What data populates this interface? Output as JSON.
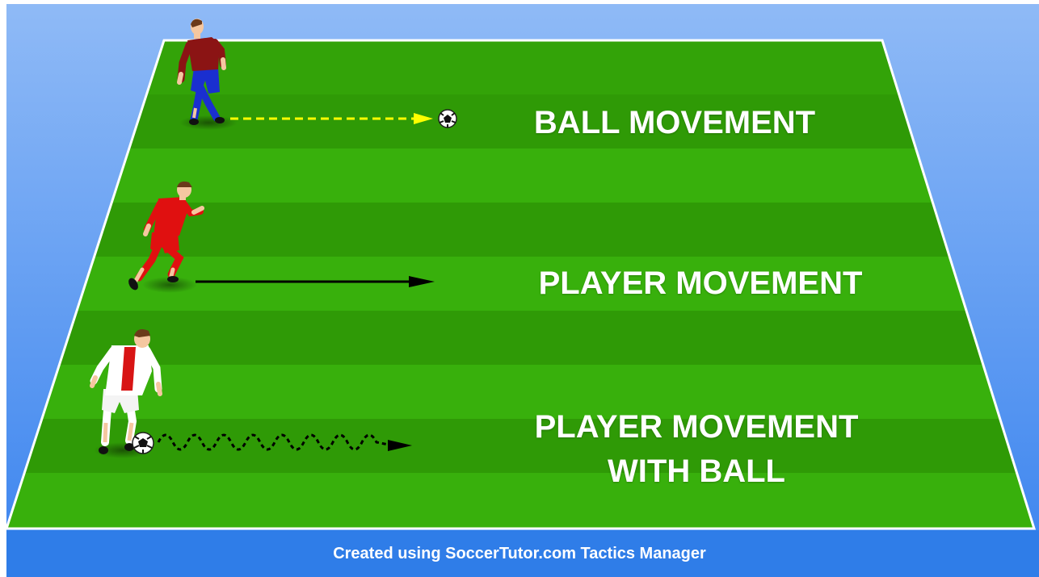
{
  "legend": {
    "ball_movement": "BALL MOVEMENT",
    "player_movement": "PLAYER MOVEMENT",
    "player_movement_with_ball_line1": "PLAYER MOVEMENT",
    "player_movement_with_ball_line2": "WITH BALL"
  },
  "footer": {
    "credit": "Created using SoccerTutor.com Tactics Manager"
  },
  "colors": {
    "sky_top": "#8db8f5",
    "sky_bottom": "#3d86f0",
    "pitch_stripe_dark": "#2f9a06",
    "pitch_stripe_light": "#38b00c",
    "pitch_line": "#ffffff",
    "ball_pass_arrow": "#ffff00",
    "run_arrow": "#000000",
    "dribble_arrow": "#000000",
    "footer_bar": "#2f7de8"
  },
  "icons": [
    "player-passing-icon",
    "ball-icon",
    "player-running-icon",
    "player-dribbling-icon"
  ]
}
